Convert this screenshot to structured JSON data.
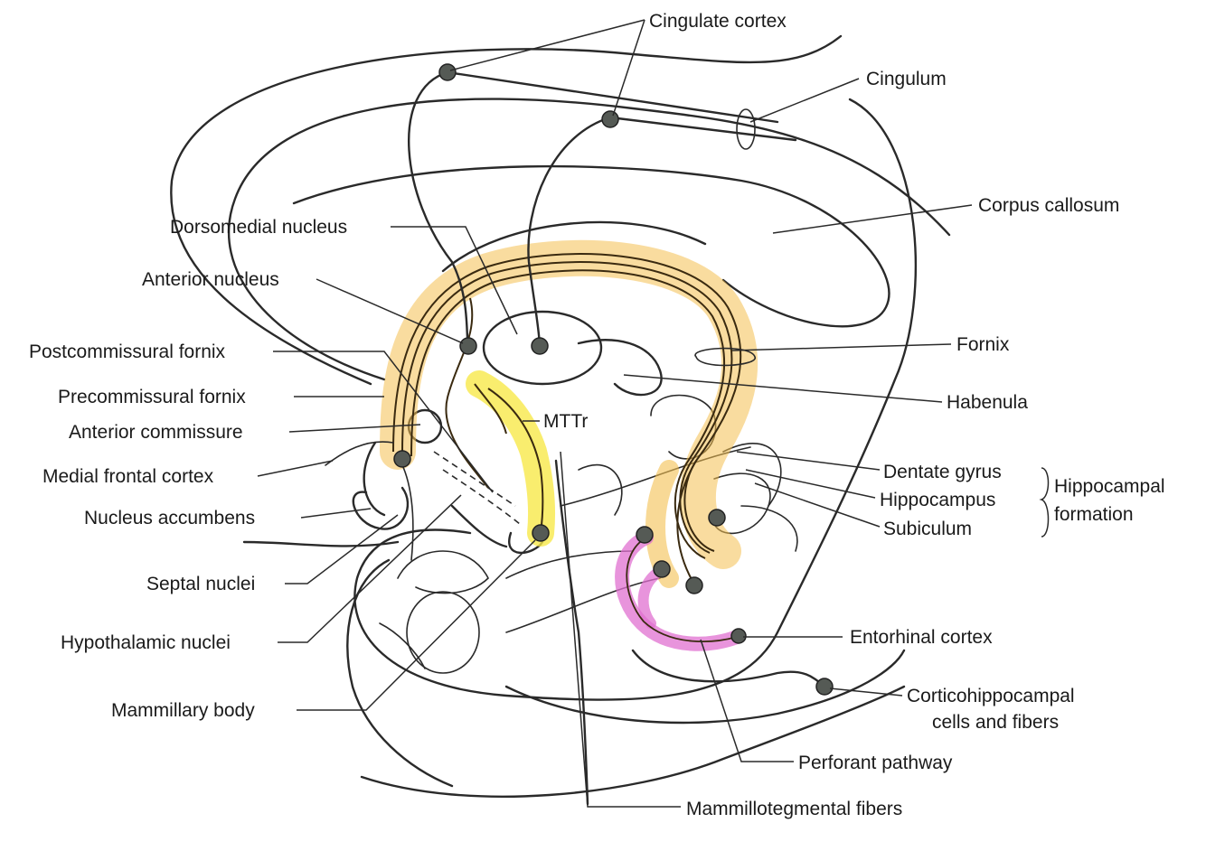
{
  "labels": {
    "cingulate_cortex": "Cingulate cortex",
    "cingulum": "Cingulum",
    "corpus_callosum": "Corpus  callosum",
    "dorsomedial_nucleus": "Dorsomedial nucleus",
    "anterior_nucleus": "Anterior nucleus",
    "postcommissural_fornix": "Postcommissural fornix",
    "precommissural_fornix": "Precommissural fornix",
    "anterior_commissure": "Anterior commissure",
    "medial_frontal_cortex": "Medial frontal cortex",
    "nucleus_accumbens": "Nucleus accumbens",
    "septal_nuclei": "Septal nuclei",
    "hypothalamic_nuclei": "Hypothalamic nuclei",
    "mammillary_body": "Mammillary body",
    "mttr": "MTTr",
    "fornix": "Fornix",
    "habenula": "Habenula",
    "dentate_gyrus": "Dentate gyrus",
    "hippocampus": "Hippocampus",
    "subiculum": "Subiculum",
    "hippocampal_formation_line1": "Hippocampal",
    "hippocampal_formation_line2": "formation",
    "entorhinal_cortex": "Entorhinal cortex",
    "corticohippocampal_line1": "Corticohippocampal",
    "corticohippocampal_line2": "cells and fibers",
    "perforant_pathway": "Perforant pathway",
    "mammillotegmental_fibers": "Mammillotegmental fibers"
  },
  "colors": {
    "line": "#2a2a2a",
    "fornix_fill": "#f4c050",
    "fornix_stroke": "#c98a14",
    "mttr_fill": "#f7e84a",
    "perforant_fill": "#e070d0",
    "node_fill": "#555a55"
  }
}
